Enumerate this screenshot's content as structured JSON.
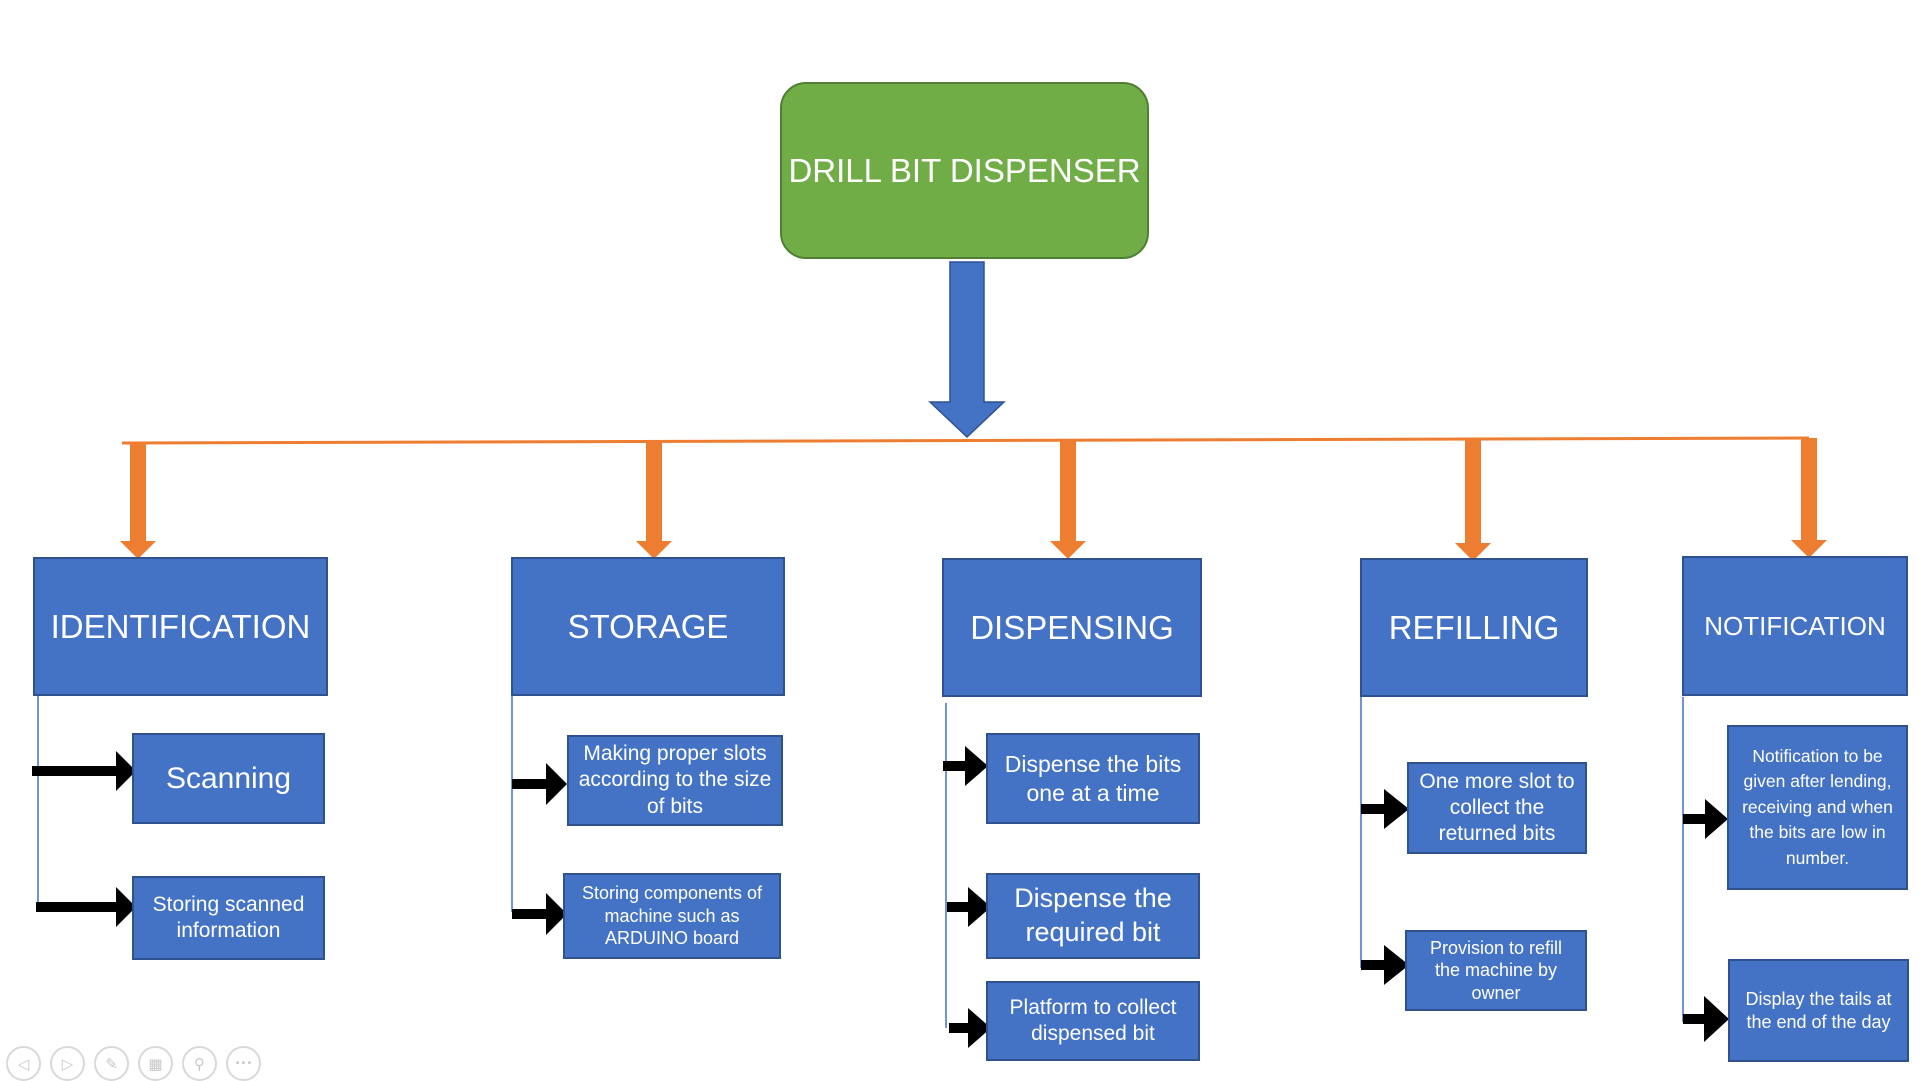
{
  "root": {
    "label": "DRILL BIT DISPENSER"
  },
  "categories": [
    {
      "label": "IDENTIFICATION",
      "items": [
        "Scanning",
        "Storing scanned information"
      ]
    },
    {
      "label": "STORAGE",
      "items": [
        "Making proper slots according to the size of bits",
        "Storing components of machine such as ARDUINO board"
      ]
    },
    {
      "label": "DISPENSING",
      "items": [
        "Dispense the bits one at a time",
        "Dispense the required bit",
        "Platform to collect dispensed bit"
      ]
    },
    {
      "label": "REFILLING",
      "items": [
        "One more slot to collect the returned bits",
        "Provision to refill the machine by owner"
      ]
    },
    {
      "label": "NOTIFICATION",
      "items": [
        "Notification to be given after lending, receiving and when the bits are low in number.",
        "Display the tails at the end of the day"
      ]
    }
  ],
  "colors": {
    "root_fill": "#70ad47",
    "box_fill": "#4472c4",
    "connector_orange": "#ed7d31",
    "main_arrow": "#4472c4",
    "pointer_arrow": "#000000"
  },
  "controls": [
    {
      "icon": "previous-slide-icon",
      "glyph": "◁"
    },
    {
      "icon": "next-slide-icon",
      "glyph": "▷"
    },
    {
      "icon": "pen-icon",
      "glyph": "✎"
    },
    {
      "icon": "slides-grid-icon",
      "glyph": "▦"
    },
    {
      "icon": "zoom-icon",
      "glyph": "⚲"
    },
    {
      "icon": "more-options-icon",
      "glyph": "•••"
    }
  ]
}
